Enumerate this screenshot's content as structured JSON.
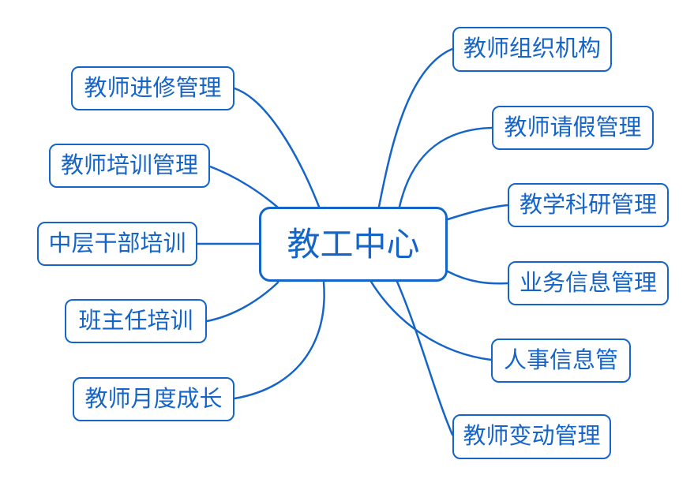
{
  "colors": {
    "accent": "#1565c8",
    "background": "#ffffff"
  },
  "mindmap": {
    "type": "mindmap",
    "root": {
      "label": "教工中心"
    },
    "left": [
      {
        "label": "教师进修管理"
      },
      {
        "label": "教师培训管理"
      },
      {
        "label": "中层干部培训"
      },
      {
        "label": "班主任培训"
      },
      {
        "label": "教师月度成长"
      }
    ],
    "right": [
      {
        "label": "教师组织机构"
      },
      {
        "label": "教师请假管理"
      },
      {
        "label": "教学科研管理"
      },
      {
        "label": "业务信息管理"
      },
      {
        "label": "人事信息管"
      },
      {
        "label": "教师变动管理"
      }
    ]
  }
}
